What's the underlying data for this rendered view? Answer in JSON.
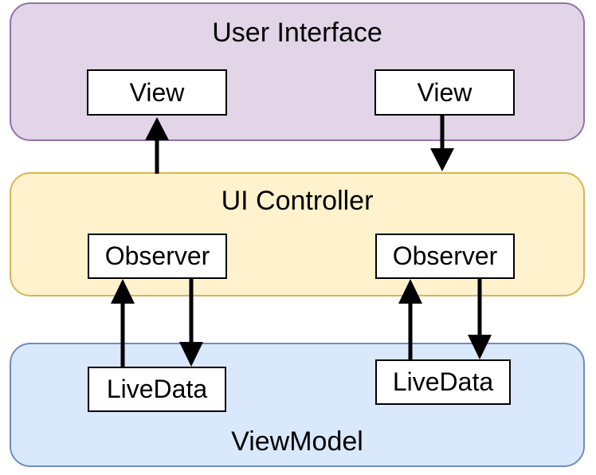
{
  "layers": {
    "user_interface": {
      "title": "User Interface",
      "views": [
        "View",
        "View"
      ]
    },
    "ui_controller": {
      "title": "UI Controller",
      "observers": [
        "Observer",
        "Observer"
      ]
    },
    "viewmodel": {
      "title": "ViewModel",
      "livedata": [
        "LiveData",
        "LiveData"
      ]
    }
  },
  "colors": {
    "user_interface_fill": "#e1d5e7",
    "user_interface_stroke": "#9673a6",
    "ui_controller_fill": "#fff2cc",
    "ui_controller_stroke": "#d6b656",
    "viewmodel_fill": "#dae8fc",
    "viewmodel_stroke": "#6c8ebf"
  }
}
